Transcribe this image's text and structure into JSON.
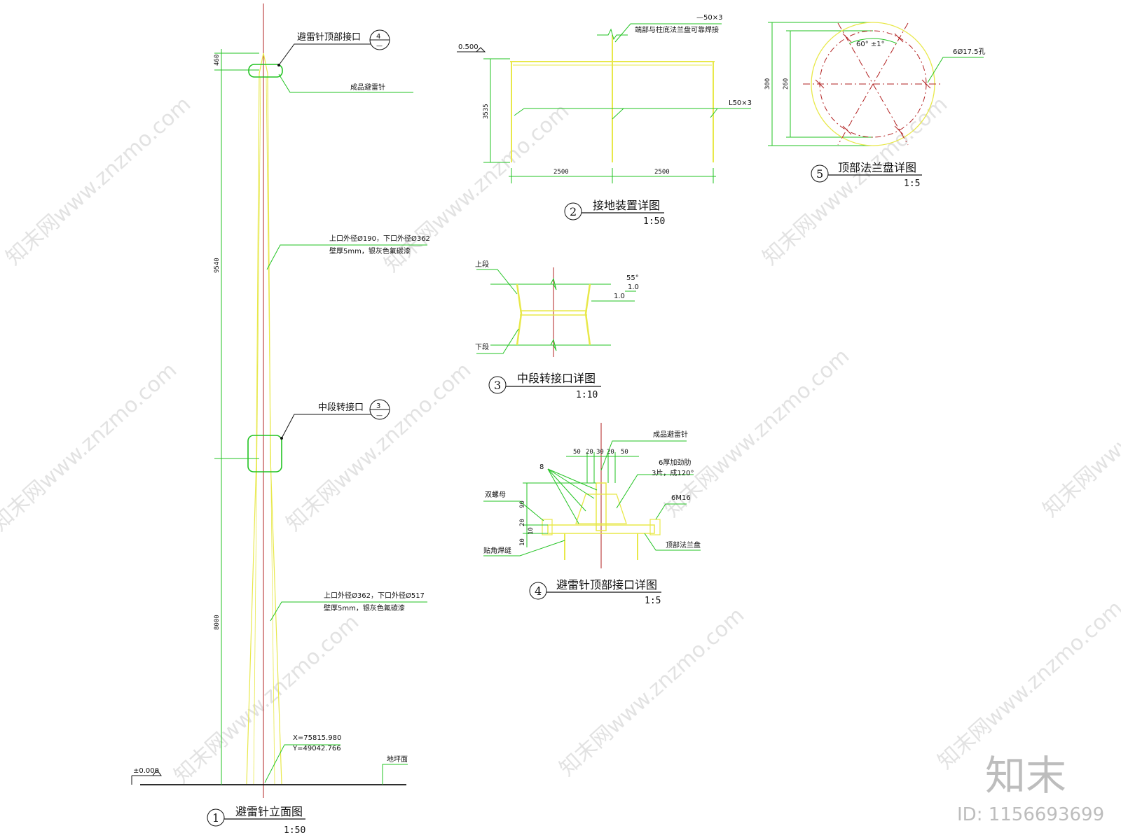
{
  "colors": {
    "green": "#22c322",
    "yellow": "#e8e84a",
    "red": "#b22222",
    "black": "#111111",
    "watermark": "#cccccc"
  },
  "view1": {
    "num": "1",
    "title": "避雷针立面图",
    "scale": "1:50",
    "dims": [
      "460",
      "9540",
      "8000"
    ],
    "callout_top": {
      "label": "避雷针顶部接口",
      "ref_top": "4",
      "ref_bottom": "—"
    },
    "callout_mid": {
      "label": "中段转接口",
      "ref_top": "3",
      "ref_bottom": "—"
    },
    "notes": {
      "product": "成品避雷针",
      "upper_1": "上口外径Ø190，下口外径Ø362",
      "upper_2": "壁厚5mm，银灰色氟碳漆",
      "lower_1": "上口外径Ø362，下口外径Ø517",
      "lower_2": "壁厚5mm，银灰色氟碳漆",
      "coord_x": "X=75815.980",
      "coord_y": "Y=49042.766",
      "ground": "地坪面",
      "level": "±0.000"
    }
  },
  "view2": {
    "num": "2",
    "title": "接地装置详图",
    "scale": "1:50",
    "level": "0.500",
    "dim_h": "3535",
    "dim_l": "2500",
    "dim_r": "2500",
    "note_top": "—50×3",
    "note_top2": "端部与柱底法兰盘可靠焊接",
    "note_right": "L50×3"
  },
  "view3": {
    "num": "3",
    "title": "中段转接口详图",
    "scale": "1:10",
    "upper": "上段",
    "lower": "下段",
    "angle": "55°",
    "dim1": "1.0",
    "dim2": "1.0"
  },
  "view4": {
    "num": "4",
    "title": "避雷针顶部接口详图",
    "scale": "1:5",
    "dims_top": [
      "50",
      "20",
      "30",
      "20",
      "50"
    ],
    "dims_left": [
      "90",
      "20",
      "10",
      "10"
    ],
    "weld": "8",
    "notes": {
      "product": "成品避雷针",
      "rib_1": "6厚加劲肋",
      "rib_2": "3片，成120°",
      "nut": "双螺母",
      "bolt": "6M16",
      "fillet": "贴角焊缝",
      "flange": "顶部法兰盘"
    }
  },
  "view5": {
    "num": "5",
    "title": "顶部法兰盘详图",
    "scale": "1:5",
    "dim_outer": "300",
    "dim_inner": "260",
    "angle": "60° ±1°",
    "holes": "6Ø17.5孔"
  },
  "watermark": {
    "text": "知末网www.znzmo.com",
    "brand": "知末",
    "id": "ID: 1156693699"
  }
}
